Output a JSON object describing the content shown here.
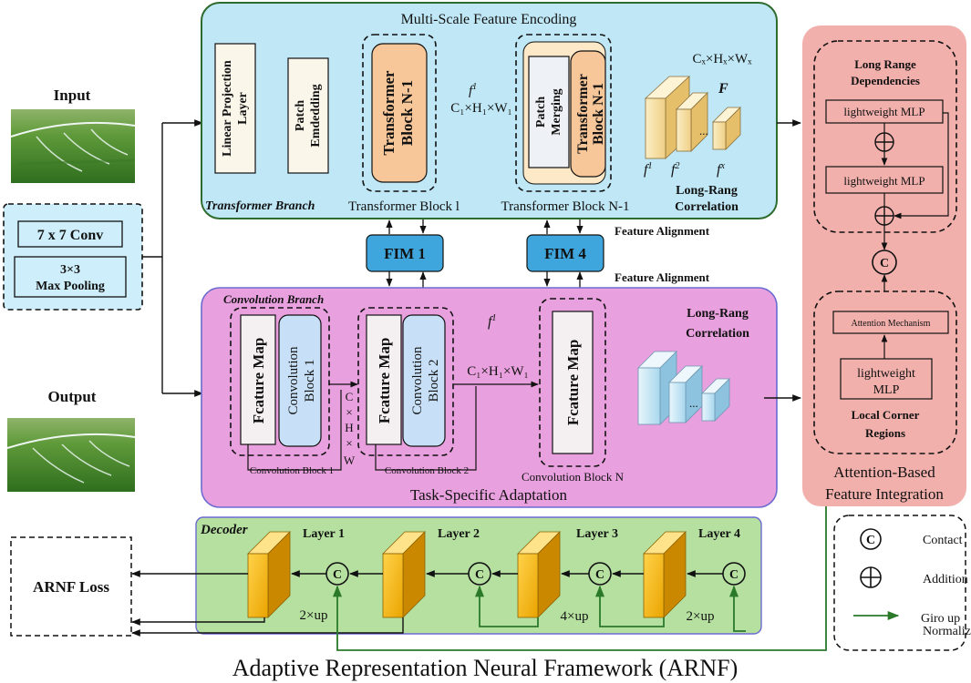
{
  "title": "Adaptive Representation Neural Framework (ARNF)",
  "input": {
    "label": "Input",
    "conv": "7 x 7 Conv",
    "pool_line1": "3×3",
    "pool_line2": "Max Pooling"
  },
  "output": {
    "label": "Output"
  },
  "encoding": {
    "title": "Multi-Scale Feature Encoding",
    "branch_label": "Transformer Branch",
    "linear_projection_line1": "Linear Projection",
    "linear_projection_line2": "Layer",
    "patch_embedding_line1": "Patch",
    "patch_embedding_line2": "Emdedding",
    "tb1_line1": "Transformer",
    "tb1_line2": "Block N-1",
    "tb1_caption": "Transformer Block l",
    "patch_merging_line1": "Patch",
    "patch_merging_line2": "Merging",
    "tbn_line1": "Transformer",
    "tbn_line2": "Block N-1",
    "tbn_caption": "Transformer Block N-1",
    "f1": "f",
    "f1_sup": "1",
    "dims1": "C₁×H₁×W₁",
    "dimsx": "Cₓ×Hₓ×Wₓ",
    "F": "F",
    "fx_labels": [
      "f",
      "f",
      "f"
    ],
    "fx_sups": [
      "1",
      "2",
      "x"
    ],
    "dots": "...",
    "corr_line1": "Long-Rang",
    "corr_line2": "Correlation"
  },
  "alignment": {
    "fim1": "FIM 1",
    "fim4": "FIM 4",
    "label_top": "Feature Alignment",
    "label_bottom": "Feature Alignment"
  },
  "convolution": {
    "branch_label": "Convolution Branch",
    "feature_map": "Fcature Map",
    "cb1_line1": "Convolution",
    "cb1_line2": "Block 1",
    "cb1_caption": "Convolution Block 1",
    "cb2_line1": "Convolution",
    "cb2_line2": "Block 2",
    "cb2_caption": "Convolution Block 2",
    "cbn_caption": "Convolution Block N",
    "f1": "f",
    "f1_sup": "1",
    "dims": "C₁×H₁×W₁",
    "vertical_dims": [
      "C",
      "×",
      "H",
      "×",
      "W"
    ],
    "corr_line1": "Long-Rang",
    "corr_line2": "Correlation",
    "dots": "...",
    "caption": "Task-Specific Adaptation"
  },
  "attention": {
    "lrd_line1": "Long Range",
    "lrd_line2": "Dependencies",
    "mlp_a": "lightweight MLP",
    "mlp_b": "lightweight MLP",
    "concat": "C",
    "attn_mech": "Attention Mechanism",
    "mlp_c_line1": "lightweight",
    "mlp_c_line2": "MLP",
    "lcr_line1": "Local Corner",
    "lcr_line2": "Regions",
    "caption_line1": "Attention-Based",
    "caption_line2": "Feature Integration"
  },
  "decoder": {
    "label": "Decoder",
    "layers": [
      "Layer 1",
      "Layer 2",
      "Layer 3",
      "Layer 4"
    ],
    "concat": "C",
    "ups": [
      "2×up",
      "4×up",
      "2×up"
    ]
  },
  "loss": {
    "label": "ARNF Loss"
  },
  "legend": {
    "contact_symbol": "C",
    "contact": "Contact",
    "addition": "Addition",
    "giro_line1": "Giro up",
    "giro_line2": "Normalization"
  },
  "colors": {
    "encoding_bg": "#bfe7f5",
    "encoding_border": "#2e6b2e",
    "conv_bg": "#e8a0de",
    "attention_bg": "#f2b0ac",
    "decoder_bg": "#b5e0a0",
    "fim": "#3fa6dd",
    "input_block_bg": "#cdeefa",
    "orange_block": "#f7c79a",
    "orange_outer": "#fde9c8",
    "light_block": "#fbf6ea",
    "conv_block": "#c7e0f7",
    "green_arrow": "#2a7a2a",
    "yellow_layer": "#f4b400"
  },
  "icons": [
    "sprinkler-field-photo",
    "concat-symbol",
    "addition-symbol"
  ]
}
